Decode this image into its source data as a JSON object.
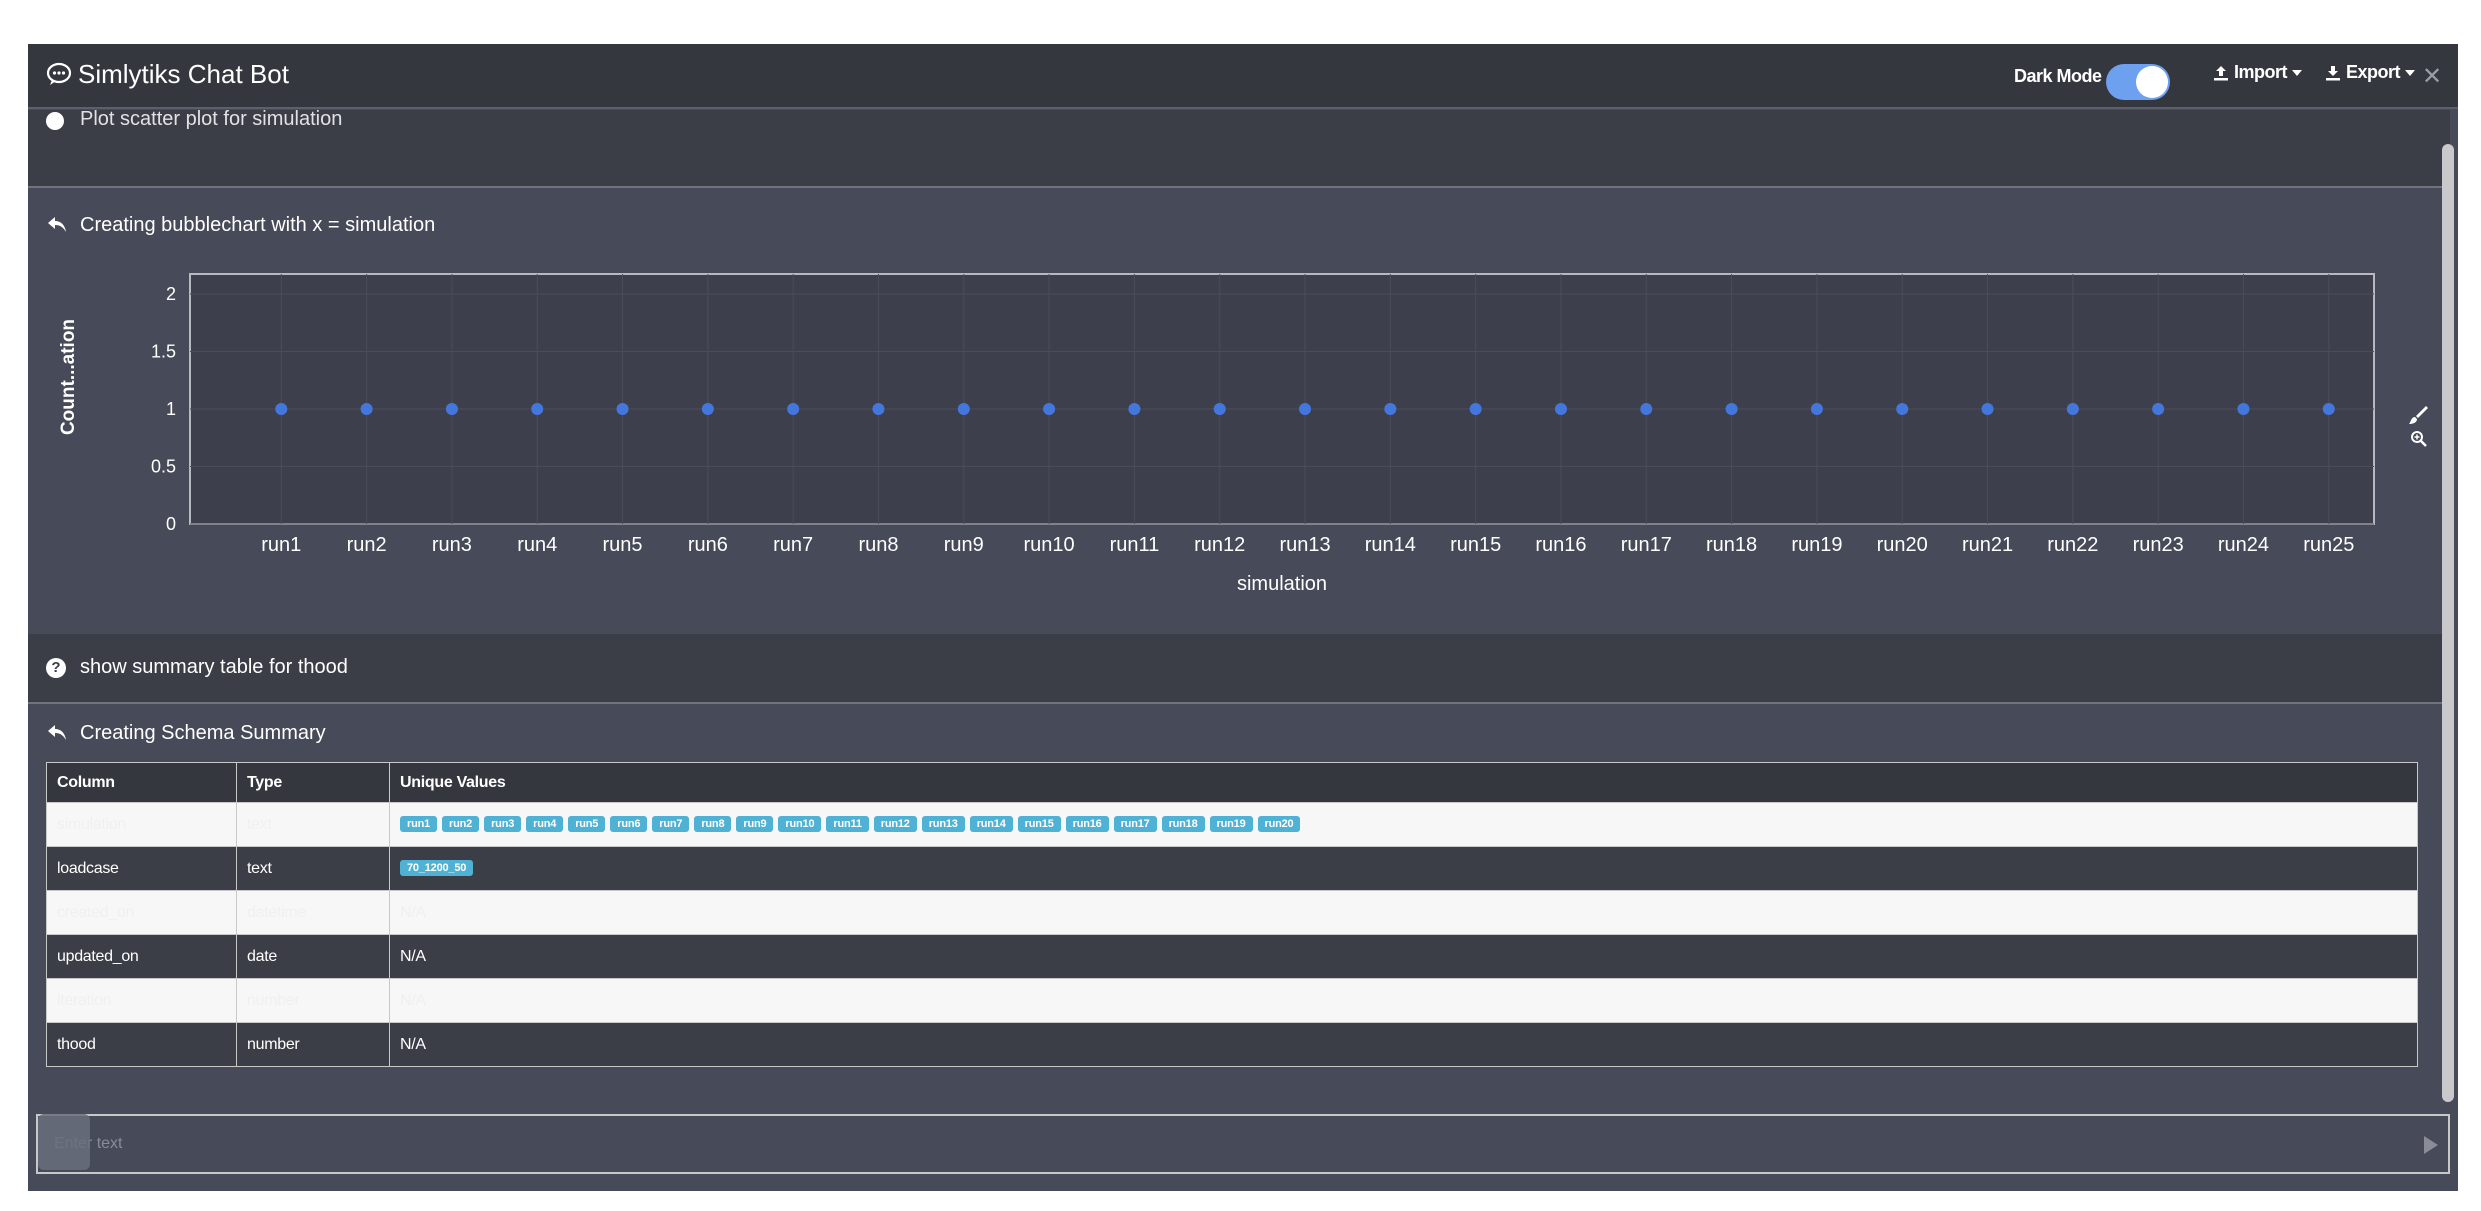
{
  "header": {
    "title": "Simlytiks Chat Bot",
    "dark_mode_label": "Dark Mode",
    "dark_mode_on": true,
    "import_label": "Import",
    "export_label": "Export"
  },
  "previous_question": "Plot scatter plot for simulation",
  "response1": {
    "text": "Creating bubblechart with x = simulation"
  },
  "question2": "show summary table for thood",
  "response2": {
    "text": "Creating Schema Summary"
  },
  "schema_table": {
    "headers": [
      "Column",
      "Type",
      "Unique Values"
    ],
    "rows": [
      {
        "column": "simulation",
        "type": "text",
        "values": [
          "run1",
          "run2",
          "run3",
          "run4",
          "run5",
          "run6",
          "run7",
          "run8",
          "run9",
          "run10",
          "run11",
          "run12",
          "run13",
          "run14",
          "run15",
          "run16",
          "run17",
          "run18",
          "run19",
          "run20"
        ]
      },
      {
        "column": "loadcase",
        "type": "text",
        "values": [
          "70_1200_50"
        ]
      },
      {
        "column": "created_on",
        "type": "datetime",
        "text": "N/A"
      },
      {
        "column": "updated_on",
        "type": "date",
        "text": "N/A"
      },
      {
        "column": "iteration",
        "type": "number",
        "text": "N/A"
      },
      {
        "column": "thood",
        "type": "number",
        "text": "N/A"
      }
    ]
  },
  "input": {
    "placeholder": "Enter text"
  },
  "colors": {
    "point": "#4477dd",
    "tag": "#4fb2d4",
    "toggle": "#6ea0f0"
  },
  "icons": [
    "comment-icon",
    "upload-icon",
    "download-icon",
    "close-icon",
    "reply-icon",
    "question-icon",
    "brush-icon",
    "zoom-icon",
    "send-icon"
  ],
  "chart_data": {
    "type": "scatter",
    "xlabel": "simulation",
    "ylabel": "Count...ation",
    "categories": [
      "run1",
      "run2",
      "run3",
      "run4",
      "run5",
      "run6",
      "run7",
      "run8",
      "run9",
      "run10",
      "run11",
      "run12",
      "run13",
      "run14",
      "run15",
      "run16",
      "run17",
      "run18",
      "run19",
      "run20",
      "run21",
      "run22",
      "run23",
      "run24",
      "run25"
    ],
    "values": [
      1,
      1,
      1,
      1,
      1,
      1,
      1,
      1,
      1,
      1,
      1,
      1,
      1,
      1,
      1,
      1,
      1,
      1,
      1,
      1,
      1,
      1,
      1,
      1,
      1
    ],
    "yticks": [
      "0",
      "0.5",
      "1",
      "1.5",
      "2"
    ],
    "ylim": [
      0,
      2
    ],
    "grid": true
  }
}
